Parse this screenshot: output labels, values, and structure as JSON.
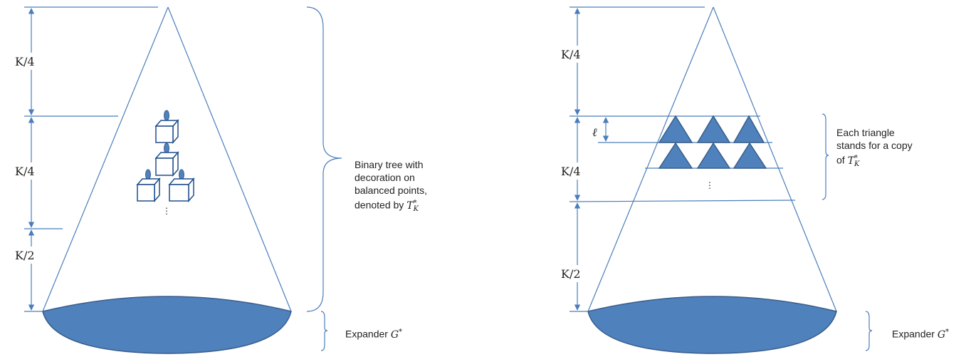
{
  "left_panel": {
    "dimensions": [
      "K/4",
      "K/4",
      "K/2"
    ],
    "brace_label_lines": [
      "Binary tree with",
      "decoration on",
      "balanced points,",
      "denoted by"
    ],
    "brace_label_symbol": "T",
    "brace_label_sup": "*",
    "brace_label_sub": "K",
    "expander_text": "Expander",
    "expander_symbol": "G",
    "expander_sup": "*",
    "ellipsis": "⋮"
  },
  "right_panel": {
    "dimensions": [
      "K/4",
      "K/4",
      "K/2"
    ],
    "ell_label": "ℓ",
    "brace_label_lines": [
      "Each triangle",
      "stands for a copy",
      "of"
    ],
    "brace_label_symbol": "T",
    "brace_label_sup": "*",
    "brace_label_sub": "K",
    "expander_text": "Expander",
    "expander_symbol": "G",
    "expander_sup": "*",
    "ellipsis": "⋮"
  },
  "colors": {
    "line": "#4a7ebb",
    "fill": "#4f81bd",
    "cube_stroke": "#1f4e8c"
  }
}
